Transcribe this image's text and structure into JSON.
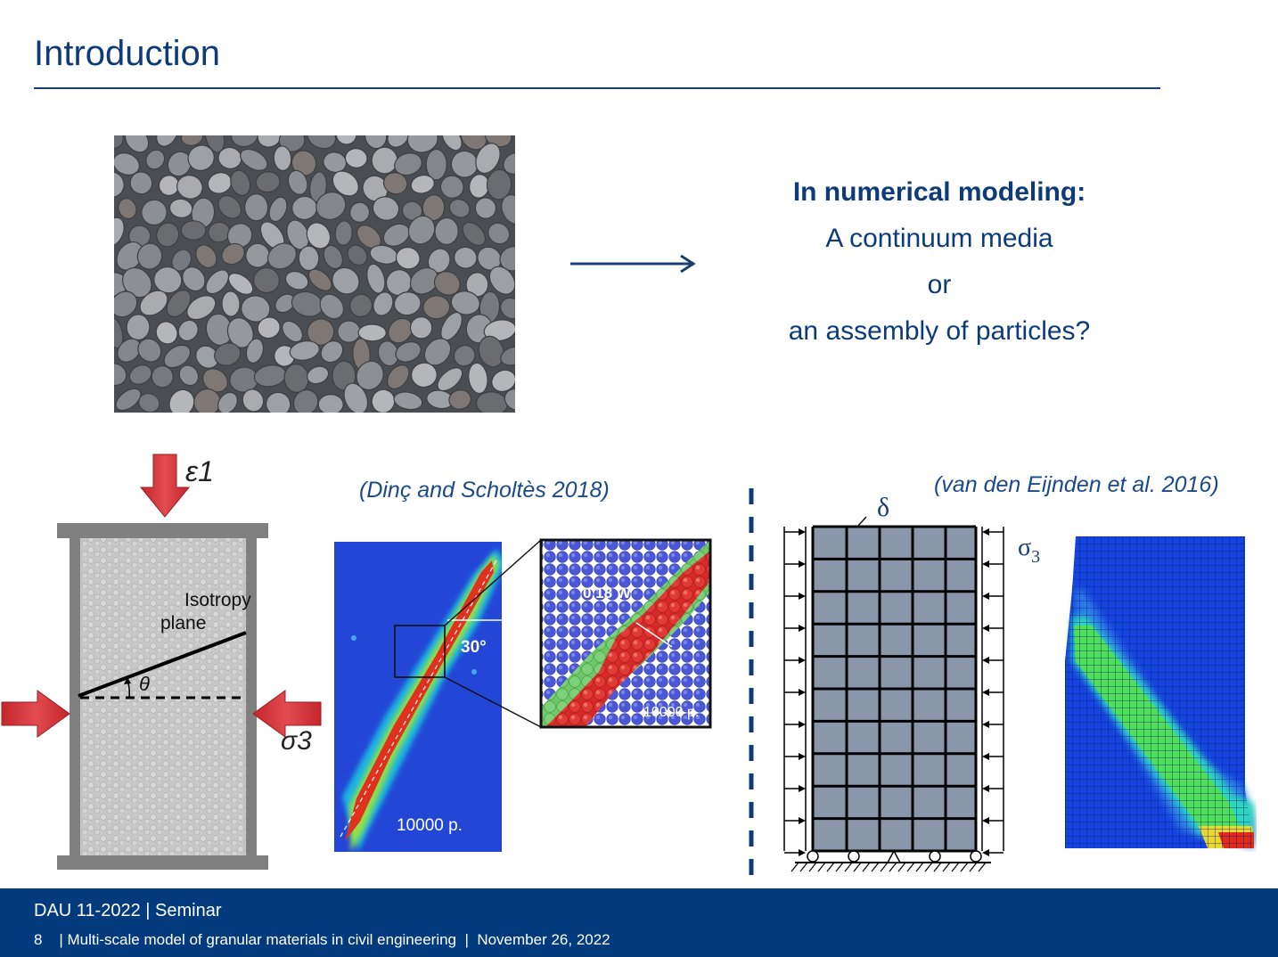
{
  "slide": {
    "title": "Introduction"
  },
  "question": {
    "heading": "In numerical modeling:",
    "line1": "A continuum media",
    "line2": "or",
    "line3": "an assembly of particles?"
  },
  "figures": {
    "triaxial": {
      "strain_label": "ε1",
      "stress_label": "σ3",
      "plane_label_1": "Isotropy",
      "plane_label_2": "plane",
      "angle_label": "θ"
    },
    "dem": {
      "citation": "(Dinç and Scholtès 2018)",
      "angle_label": "30°",
      "particles_label": "10000 p.",
      "zoom_width_label": "0.18 W",
      "zoom_particles_label": "10000 p."
    },
    "fem": {
      "citation": "(van den Eijnden et al. 2016)",
      "delta_label": "δ",
      "sigma_label": "σ",
      "sigma_sub": "3"
    }
  },
  "footer": {
    "event": "DAU 11-2022 | Seminar",
    "page_line": "8    | Multi-scale model of granular materials in civil engineering  |  November 26, 2022"
  },
  "colors": {
    "title": "#0d3b7a",
    "footer_bg": "#013a7d",
    "accent_red": "#d9343a"
  }
}
